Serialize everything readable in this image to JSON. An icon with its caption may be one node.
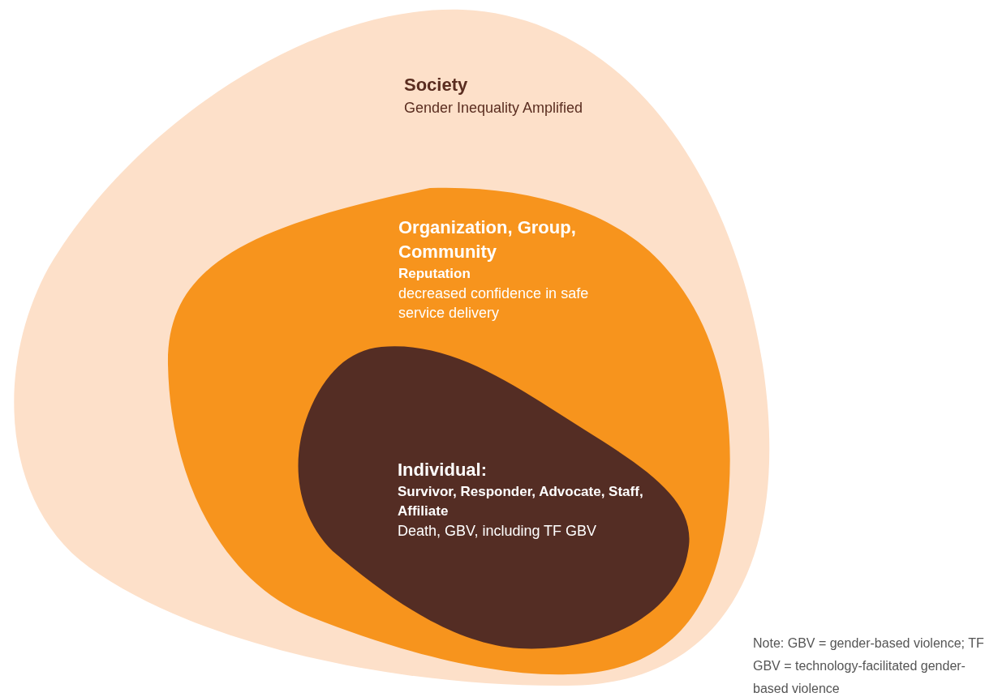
{
  "diagram": {
    "nodes": [
      {
        "text": [
          "Society",
          "Gender Inequality Amplified"
        ]
      },
      {
        "text": [
          "Organization, Group, Community",
          "Reputation",
          "decreased confidence in safe service delivery"
        ],
        "in": 0
      },
      {
        "text": [
          "Individual:",
          "Survivor, Responder, Advocate, Staff, Affiliate",
          "Death, GBV, including TF GBV"
        ],
        "in": 1
      }
    ],
    "labels": [
      "Note: GBV = gender-based violence; TF GBV = technology-facilitated gender-based violence"
    ]
  }
}
